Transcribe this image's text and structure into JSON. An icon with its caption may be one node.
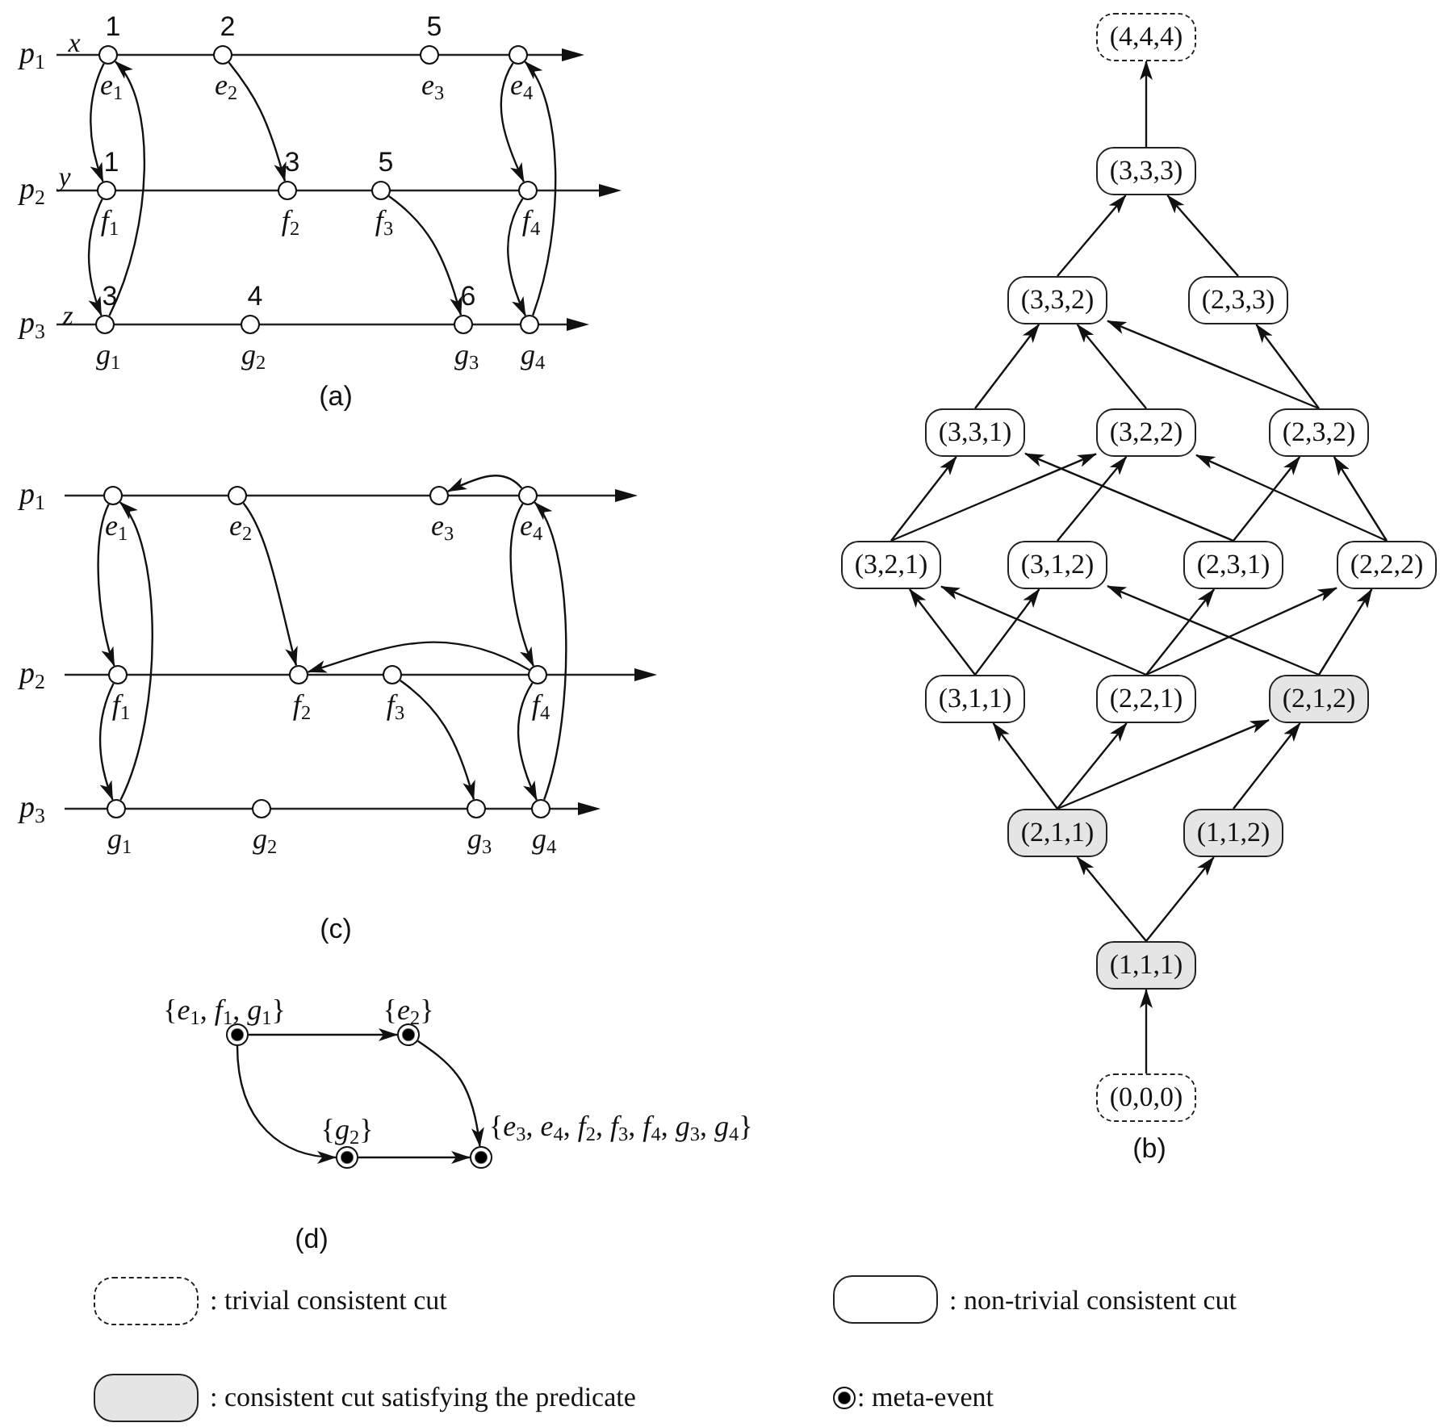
{
  "diagram": {
    "nodes": [
      {
        "text": [],
        "shape": "circle",
        "beside": [
          "1",
          "*e*$_{1}$"
        ]
      },
      {
        "text": [],
        "shape": "circle",
        "beside": [
          "2",
          "*e*$_{2}$"
        ]
      },
      {
        "text": [],
        "shape": "circle",
        "beside": [
          "5",
          "*e*$_{3}$"
        ]
      },
      {
        "text": [],
        "shape": "circle",
        "beside": [
          "*e*$_{4}$"
        ]
      },
      {
        "text": [],
        "shape": "circle",
        "beside": [
          "1",
          "*f*$_{1}$"
        ]
      },
      {
        "text": [],
        "shape": "circle",
        "beside": [
          "3",
          "*f*$_{2}$"
        ]
      },
      {
        "text": [],
        "shape": "circle",
        "beside": [
          "5",
          "*f*$_{3}$"
        ]
      },
      {
        "text": [],
        "shape": "circle",
        "beside": [
          "*f*$_{4}$"
        ]
      },
      {
        "text": [],
        "shape": "circle",
        "beside": [
          "3",
          "*g*$_{1}$"
        ]
      },
      {
        "text": [],
        "shape": "circle",
        "beside": [
          "4",
          "*g*$_{2}$"
        ]
      },
      {
        "text": [],
        "shape": "circle",
        "beside": [
          "6",
          "*g*$_{3}$"
        ]
      },
      {
        "text": [],
        "shape": "circle",
        "beside": [
          "*g*$_{4}$"
        ]
      },
      {
        "text": [],
        "shape": "circle",
        "beside": [
          "*e*$_{1}$"
        ]
      },
      {
        "text": [],
        "shape": "circle",
        "beside": [
          "*e*$_{2}$"
        ]
      },
      {
        "text": [],
        "shape": "circle",
        "beside": [
          "*e*$_{3}$"
        ]
      },
      {
        "text": [],
        "shape": "circle",
        "beside": [
          "*e*$_{4}$"
        ]
      },
      {
        "text": [],
        "shape": "circle",
        "beside": [
          "*f*$_{1}$"
        ]
      },
      {
        "text": [],
        "shape": "circle",
        "beside": [
          "*f*$_{2}$"
        ]
      },
      {
        "text": [],
        "shape": "circle",
        "beside": [
          "*f*$_{3}$"
        ]
      },
      {
        "text": [],
        "shape": "circle",
        "beside": [
          "*f*$_{4}$"
        ]
      },
      {
        "text": [],
        "shape": "circle",
        "beside": [
          "*g*$_{1}$"
        ]
      },
      {
        "text": [],
        "shape": "circle",
        "beside": [
          "*g*$_{2}$"
        ]
      },
      {
        "text": [],
        "shape": "circle",
        "beside": [
          "*g*$_{3}$"
        ]
      },
      {
        "text": [],
        "shape": "circle",
        "beside": [
          "*g*$_{4}$"
        ]
      },
      {
        "text": [],
        "shape": "circle",
        "beside": [
          "{*e*$_{1}$, *f*$_{1}$, *g*$_{1}$}"
        ]
      },
      {
        "text": [],
        "shape": "circle",
        "beside": [
          "{*e*$_{2}$}"
        ]
      },
      {
        "text": [],
        "shape": "circle",
        "beside": [
          "{*g*$_{2}$}"
        ]
      },
      {
        "text": [],
        "shape": "circle",
        "beside": [
          "{*e*$_{3}$, *e*$_{4}$, *f*$_{2}$, *f*$_{3}$, *f*$_{4}$, *g*$_{3}$, *g*$_{4}$}"
        ]
      },
      {
        "text": [
          "(4,4,4)"
        ]
      },
      {
        "text": [
          "(3,3,3)"
        ]
      },
      {
        "text": [
          "(3,3,2)"
        ]
      },
      {
        "text": [
          "(2,3,3)"
        ]
      },
      {
        "text": [
          "(3,3,1)"
        ]
      },
      {
        "text": [
          "(3,2,2)"
        ]
      },
      {
        "text": [
          "(2,3,2)"
        ]
      },
      {
        "text": [
          "(3,2,1)"
        ]
      },
      {
        "text": [
          "(3,1,2)"
        ]
      },
      {
        "text": [
          "(2,3,1)"
        ]
      },
      {
        "text": [
          "(2,2,2)"
        ]
      },
      {
        "text": [
          "(3,1,1)"
        ]
      },
      {
        "text": [
          "(2,2,1)"
        ]
      },
      {
        "text": [
          "(2,1,2)"
        ]
      },
      {
        "text": [
          "(2,1,1)"
        ]
      },
      {
        "text": [
          "(1,1,2)"
        ]
      },
      {
        "text": [
          "(1,1,1)"
        ]
      },
      {
        "text": [
          "(0,0,0)"
        ]
      }
    ],
    "edges": [
      {
        "from": 0,
        "to": 4,
        "arrow": "to"
      },
      {
        "from": 8,
        "to": 0,
        "arrow": "to"
      },
      {
        "from": 1,
        "to": 5,
        "arrow": "to"
      },
      {
        "from": 4,
        "to": 8,
        "arrow": "to"
      },
      {
        "from": 6,
        "to": 10,
        "arrow": "to"
      },
      {
        "from": 3,
        "to": 7,
        "arrow": "to"
      },
      {
        "from": 7,
        "to": 11,
        "arrow": "to"
      },
      {
        "from": 11,
        "to": 3,
        "arrow": "to"
      },
      {
        "from": 12,
        "to": 16,
        "arrow": "to"
      },
      {
        "from": 20,
        "to": 12,
        "arrow": "to"
      },
      {
        "from": 13,
        "to": 17,
        "arrow": "to"
      },
      {
        "from": 16,
        "to": 20,
        "arrow": "to"
      },
      {
        "from": 18,
        "to": 22,
        "arrow": "to"
      },
      {
        "from": 15,
        "to": 19,
        "arrow": "to"
      },
      {
        "from": 19,
        "to": 23,
        "arrow": "to"
      },
      {
        "from": 23,
        "to": 15,
        "arrow": "to"
      },
      {
        "from": 15,
        "to": 14,
        "arrow": "to"
      },
      {
        "from": 19,
        "to": 17,
        "arrow": "to"
      },
      {
        "from": 24,
        "to": 25,
        "arrow": "to"
      },
      {
        "from": 24,
        "to": 26,
        "arrow": "to"
      },
      {
        "from": 25,
        "to": 27,
        "arrow": "to"
      },
      {
        "from": 26,
        "to": 27,
        "arrow": "to"
      },
      {
        "from": 45,
        "to": 44,
        "arrow": "to"
      },
      {
        "from": 44,
        "to": 42,
        "arrow": "to"
      },
      {
        "from": 44,
        "to": 43,
        "arrow": "to"
      },
      {
        "from": 42,
        "to": 39,
        "arrow": "to"
      },
      {
        "from": 42,
        "to": 40,
        "arrow": "to"
      },
      {
        "from": 42,
        "to": 41,
        "arrow": "to"
      },
      {
        "from": 43,
        "to": 41,
        "arrow": "to"
      },
      {
        "from": 39,
        "to": 35,
        "arrow": "to"
      },
      {
        "from": 39,
        "to": 36,
        "arrow": "to"
      },
      {
        "from": 40,
        "to": 35,
        "arrow": "to"
      },
      {
        "from": 40,
        "to": 37,
        "arrow": "to"
      },
      {
        "from": 40,
        "to": 38,
        "arrow": "to"
      },
      {
        "from": 41,
        "to": 36,
        "arrow": "to"
      },
      {
        "from": 41,
        "to": 38,
        "arrow": "to"
      },
      {
        "from": 35,
        "to": 32,
        "arrow": "to"
      },
      {
        "from": 35,
        "to": 33,
        "arrow": "to"
      },
      {
        "from": 36,
        "to": 33,
        "arrow": "to"
      },
      {
        "from": 37,
        "to": 32,
        "arrow": "to"
      },
      {
        "from": 37,
        "to": 34,
        "arrow": "to"
      },
      {
        "from": 38,
        "to": 33,
        "arrow": "to"
      },
      {
        "from": 38,
        "to": 34,
        "arrow": "to"
      },
      {
        "from": 32,
        "to": 30,
        "arrow": "to"
      },
      {
        "from": 33,
        "to": 30,
        "arrow": "to"
      },
      {
        "from": 34,
        "to": 30,
        "arrow": "to"
      },
      {
        "from": 34,
        "to": 31,
        "arrow": "to"
      },
      {
        "from": 30,
        "to": 29,
        "arrow": "to"
      },
      {
        "from": 31,
        "to": 29,
        "arrow": "to"
      },
      {
        "from": 29,
        "to": 28,
        "arrow": "to"
      }
    ],
    "labels": [
      "*p*$_{1}$",
      "x",
      "*p*$_{2}$",
      "y",
      "*p*$_{3}$",
      "z",
      "(a)",
      "*p*$_{1}$",
      "*p*$_{2}$",
      "*p*$_{3}$",
      "(c)",
      "(d)",
      "(b)"
    ],
    "legend": [
      {
        "text": ": trivial consistent cut"
      },
      {
        "text": ": non-trivial consistent cut"
      },
      {
        "text": ": consistent cut satisfying the predicate",
        "color": "#e5e5e5"
      },
      {
        "text": ": meta-event"
      }
    ]
  }
}
